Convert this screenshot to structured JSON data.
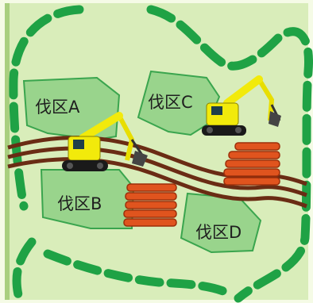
{
  "colors": {
    "background": "#f5fbe6",
    "land": "#d8ecb6",
    "boundary": "#1fa245",
    "plot_fill": "#99d48c",
    "plot_stroke": "#3aa54e",
    "road": "#6a2c14",
    "timber": "#e0541e",
    "excavator": "#f2ea0b"
  },
  "areas": {
    "a": "伐区A",
    "b": "伐区B",
    "c": "伐区C",
    "d": "伐区D"
  },
  "icons": [
    "excavator-icon",
    "timber-stack-icon"
  ]
}
